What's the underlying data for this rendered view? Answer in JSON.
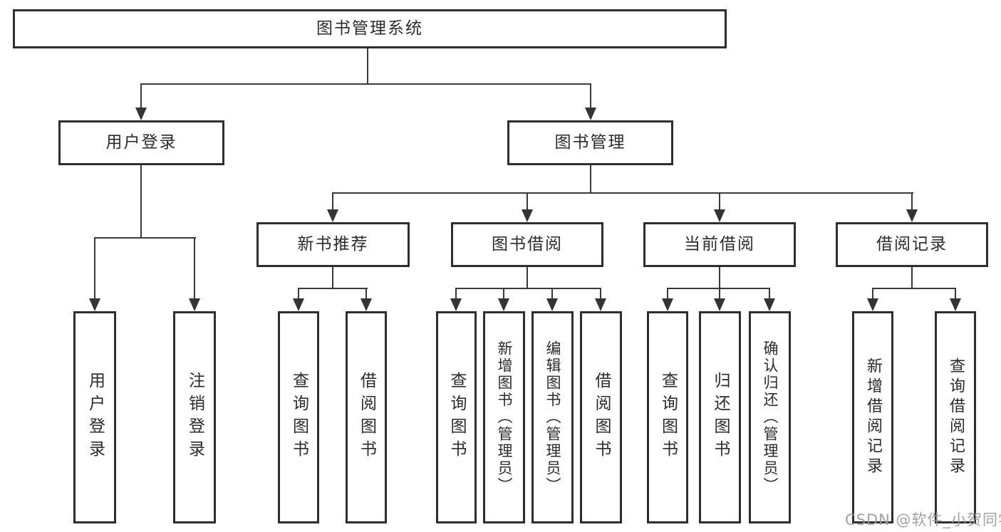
{
  "diagram": {
    "root": {
      "label": "图书管理系统"
    },
    "level2": [
      {
        "label": "用户登录",
        "children": [
          {
            "label": "用户登录"
          },
          {
            "label": "注销登录"
          }
        ]
      },
      {
        "label": "图书管理",
        "children": [
          {
            "label": "新书推荐",
            "children": [
              {
                "label": "查询图书"
              },
              {
                "label": "借阅图书"
              }
            ]
          },
          {
            "label": "图书借阅",
            "children": [
              {
                "label": "查询图书"
              },
              {
                "label": "新增图书（管理员）"
              },
              {
                "label": "编辑图书（管理员）"
              },
              {
                "label": "借阅图书"
              }
            ]
          },
          {
            "label": "当前借阅",
            "children": [
              {
                "label": "查询图书"
              },
              {
                "label": "归还图书"
              },
              {
                "label": "确认归还（管理员）"
              }
            ]
          },
          {
            "label": "借阅记录",
            "children": [
              {
                "label": "新增借阅记录"
              },
              {
                "label": "查询借阅记录"
              }
            ]
          }
        ]
      }
    ]
  },
  "watermark": {
    "text": "CSDN @软件_小贺同学"
  },
  "colors": {
    "line": "#3a3a3a",
    "box_border": "#2e2e2e",
    "text": "#2b2b2b",
    "watermark": "#9a9a9a",
    "background": "#ffffff"
  }
}
